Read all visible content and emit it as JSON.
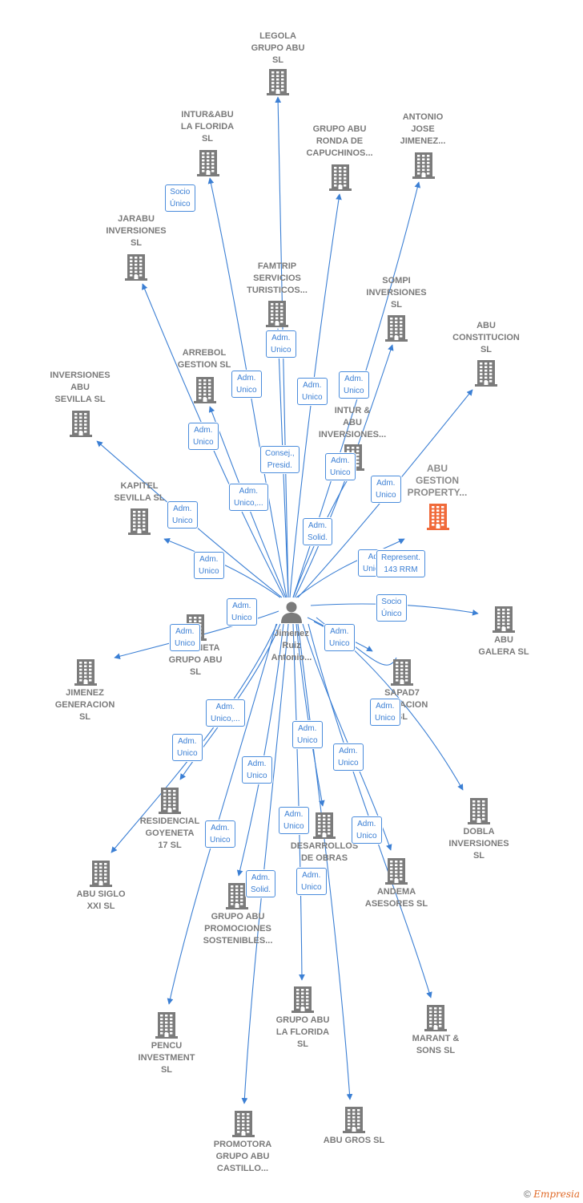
{
  "colors": {
    "edge": "#3b7fd4",
    "building": "#7b7b7b",
    "focus_building": "#f06a3a",
    "badge_border": "#4a8cdc"
  },
  "person": {
    "label": "Jimenez\nRuiz\nAntonio...",
    "icon": "person-icon"
  },
  "nodes": [
    {
      "id": "legola",
      "label": "LEGOLA\nGRUPO ABU\nSL"
    },
    {
      "id": "intur_florida",
      "label": "INTUR&ABU\nLA FLORIDA\nSL"
    },
    {
      "id": "ronda",
      "label": "GRUPO ABU\nRONDA DE\nCAPUCHINOS..."
    },
    {
      "id": "antonio_jose",
      "label": "ANTONIO\nJOSE\nJIMENEZ..."
    },
    {
      "id": "jarabu",
      "label": "JARABU\nINVERSIONES\nSL"
    },
    {
      "id": "famtrip",
      "label": "FAMTRIP\nSERVICIOS\nTURISTICOS..."
    },
    {
      "id": "sompi",
      "label": "SOMPI\nINVERSIONES\nSL"
    },
    {
      "id": "constitucion",
      "label": "ABU\nCONSTITUCION\nSL"
    },
    {
      "id": "arrebol",
      "label": "ARREBOL\nGESTION  SL"
    },
    {
      "id": "inversiones_sevilla",
      "label": "INVERSIONES\nABU\nSEVILLA  SL"
    },
    {
      "id": "intur_inversiones",
      "label": "INTUR &\nABU\nINVERSIONES..."
    },
    {
      "id": "focus",
      "label": "ABU\nGESTION\nPROPERTY..."
    },
    {
      "id": "kapitel",
      "label": "KAPITEL\nSEVILLA  SL"
    },
    {
      "id": "galera",
      "label": "ABU\nGALERA  SL"
    },
    {
      "id": "goyeneta_grupo",
      "label": "GOYENETA\nGRUPO ABU\nSL"
    },
    {
      "id": "jimenez_gen",
      "label": "JIMENEZ\nGENERACION\nSL"
    },
    {
      "id": "sapad7",
      "label": "SAPAD7\nGESTACION\nSL"
    },
    {
      "id": "dobla",
      "label": "DOBLA\nINVERSIONES\nSL"
    },
    {
      "id": "residencial",
      "label": "RESIDENCIAL\nGOYENETA\n17  SL"
    },
    {
      "id": "desarrollos",
      "label": "DESARROLLOS\nDE OBRAS"
    },
    {
      "id": "siglo",
      "label": "ABU SIGLO\nXXI  SL"
    },
    {
      "id": "andema",
      "label": "ANDEMA\nASESORES  SL"
    },
    {
      "id": "promociones",
      "label": "GRUPO ABU\nPROMOCIONES\nSOSTENIBLES..."
    },
    {
      "id": "florida",
      "label": "GRUPO ABU\nLA FLORIDA\nSL"
    },
    {
      "id": "marant",
      "label": "MARANT &\nSONS  SL"
    },
    {
      "id": "pencu",
      "label": "PENCU\nINVESTMENT\nSL"
    },
    {
      "id": "promotora",
      "label": "PROMOTORA\nGRUPO ABU\nCASTILLO..."
    },
    {
      "id": "gros",
      "label": "ABU GROS  SL"
    }
  ],
  "badges": [
    "Socio\nÚnico",
    "Adm.\nUnico",
    "Adm.\nUnico",
    "Adm.\nUnico",
    "Adm.\nUnico",
    "Adm.\nUnico",
    "Consej.,\nPresid.",
    "Adm.\nUnico,...",
    "Adm.\nUnico",
    "Adm.\nUnico",
    "Adm.\nUnico",
    "Adm.\nUnico",
    "Adm.\nSolid.",
    "Adm.\nUnico,...",
    "Adm.\nUnico",
    "Socio\nÚnico",
    "Adm.\nUnico",
    "Adm.\nUnico",
    "Adm.\nUnico,...",
    "Adm.\nUnico",
    "Adm.\nUnico",
    "Adm.\nUnico",
    "Adm.\nUnico",
    "Adm.\nUnico",
    "Adm.\nUnico",
    "Adm.\nUnico",
    "Adm.\nSolid.",
    "Adm.\nUnico",
    "Adm.\nUnico",
    "Represent.\n143 RRM"
  ],
  "footer": {
    "copyright": "©",
    "brand": "Empresia"
  }
}
